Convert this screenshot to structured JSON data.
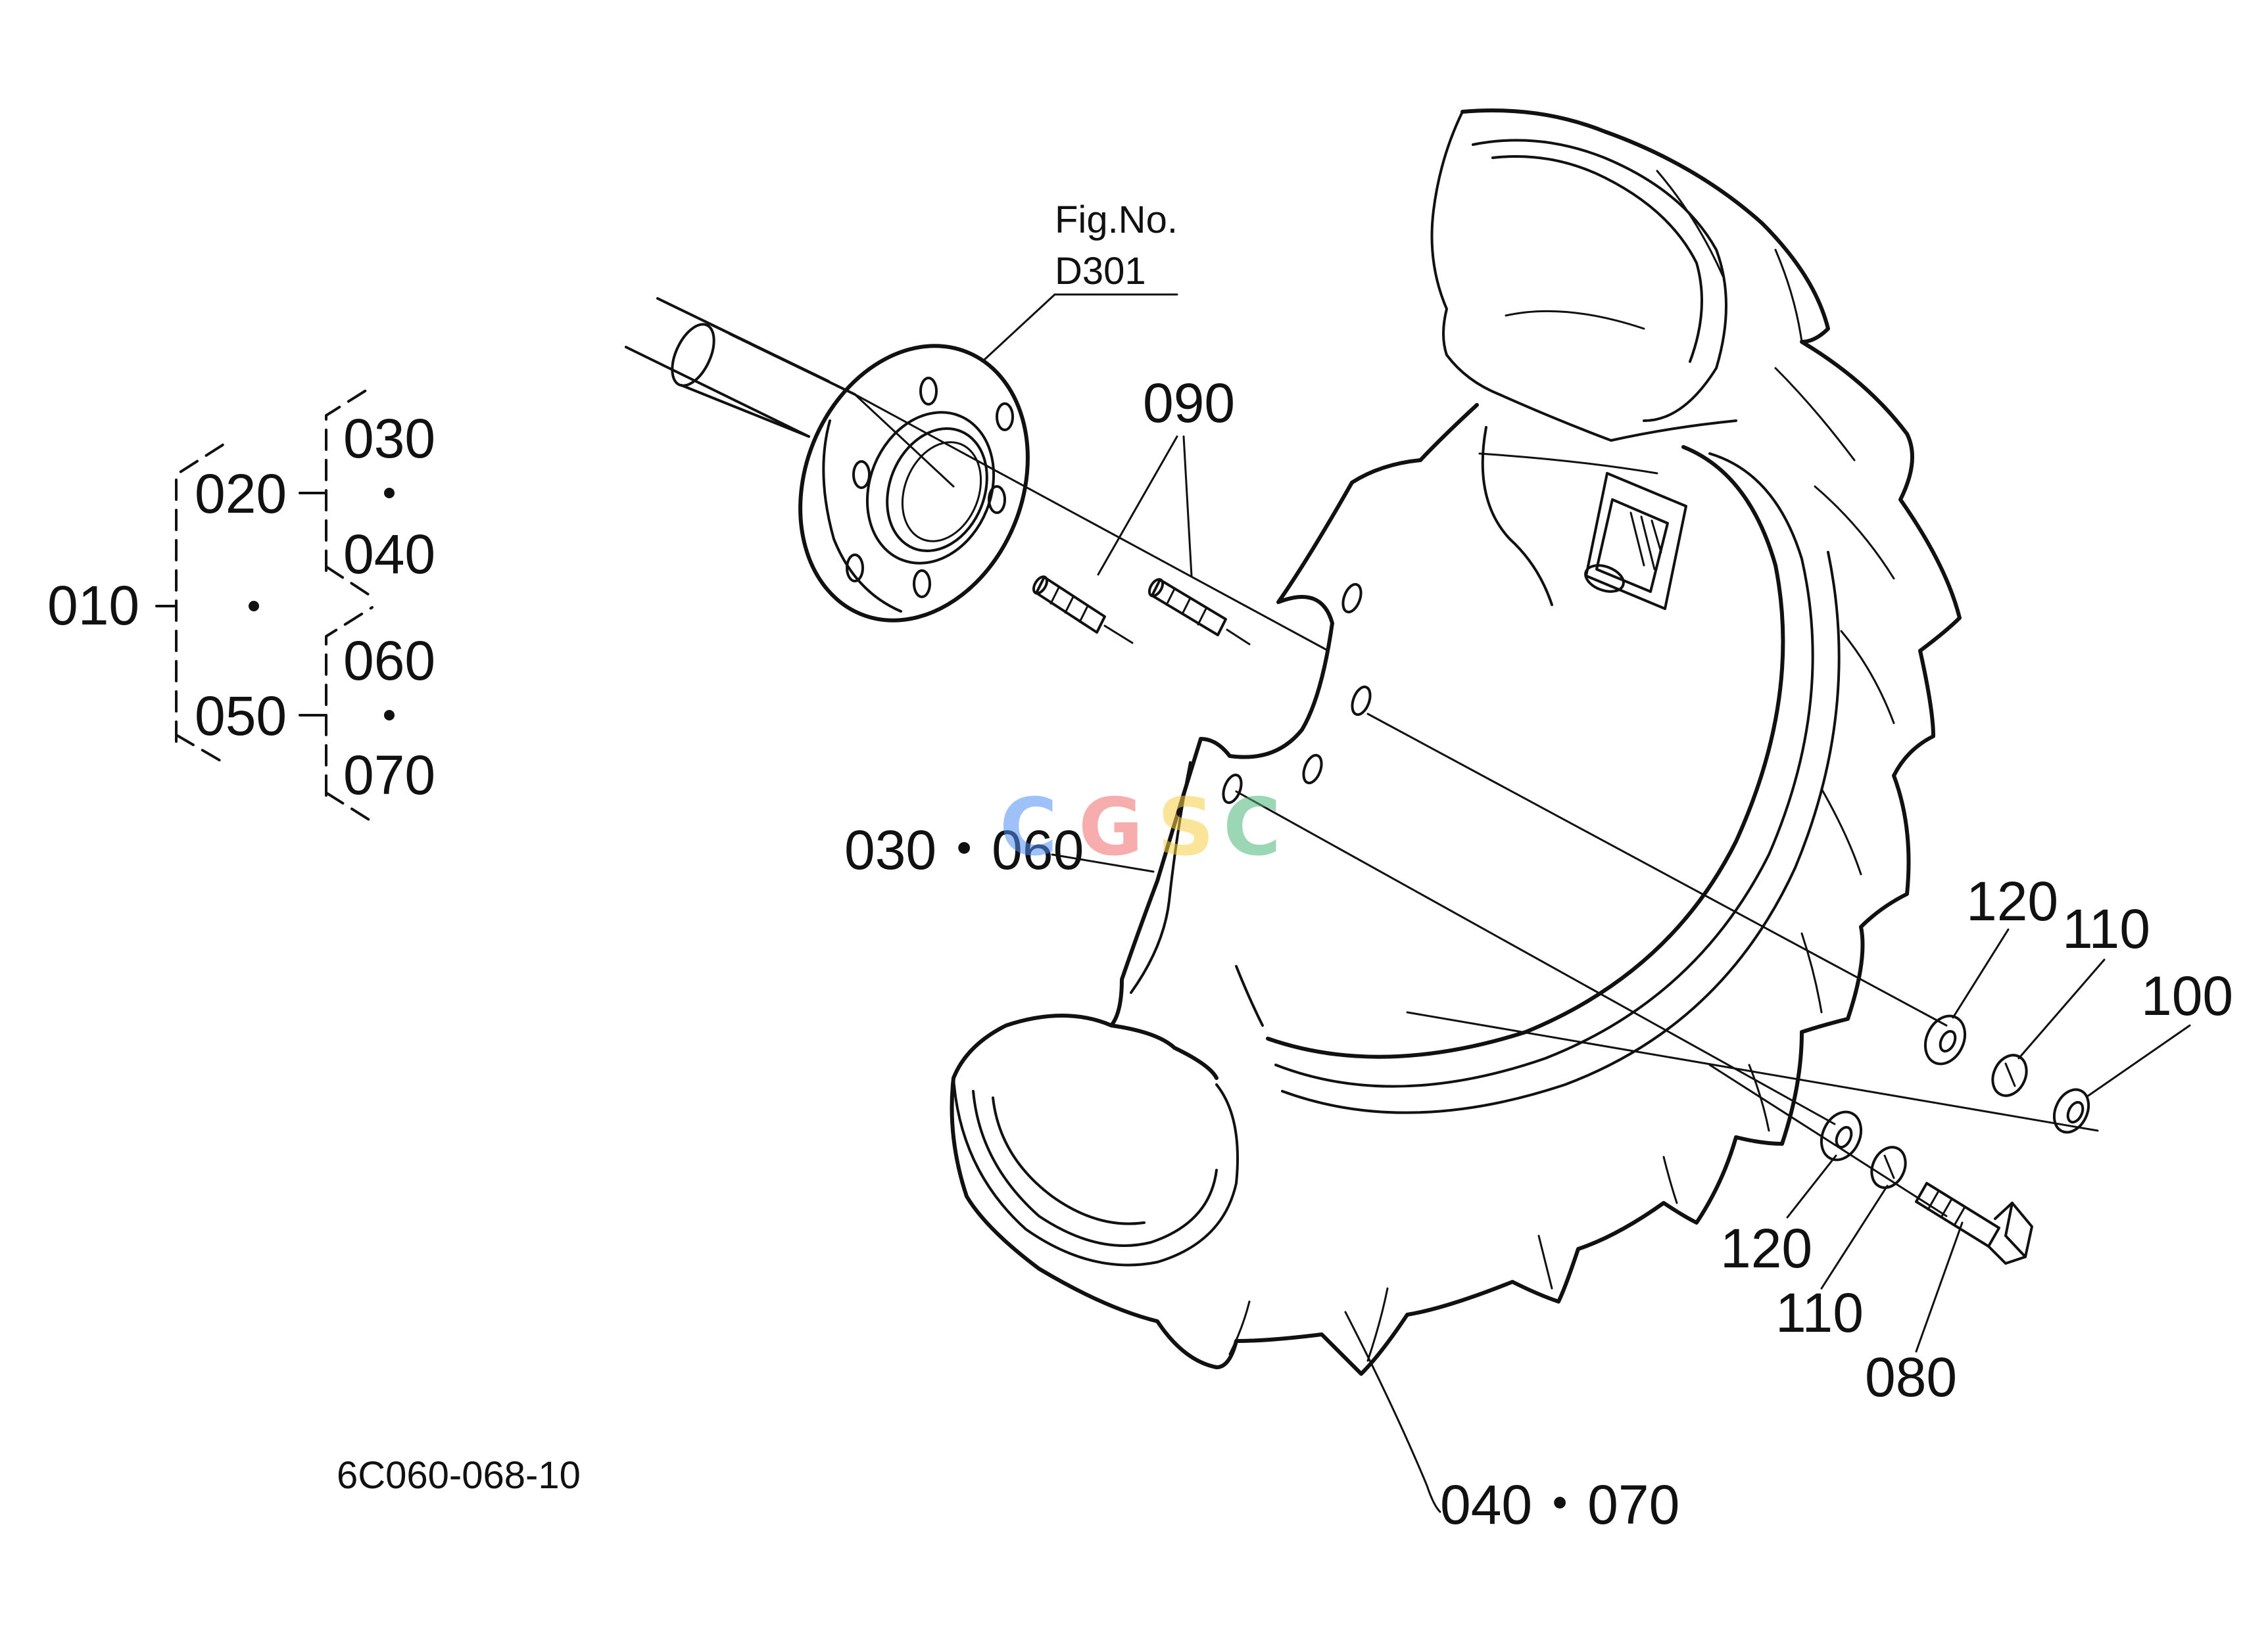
{
  "figure": {
    "ref_line1": "Fig.No.",
    "ref_line2": "D301",
    "drawing_code": "6C060-068-10"
  },
  "tree": {
    "root": "010",
    "level1": [
      "020",
      "050"
    ],
    "level2a": [
      "030",
      "040"
    ],
    "level2b": [
      "060",
      "070"
    ]
  },
  "callouts": {
    "studs": "090",
    "rim": "030・060",
    "tire": "040・070",
    "washer_upper": "120",
    "lockwasher_upper": "110",
    "nut": "100",
    "washer_lower": "120",
    "lockwasher_lower": "110",
    "bolt": "080"
  },
  "watermark": {
    "letters": [
      "C",
      "G",
      "S",
      "C"
    ],
    "colors": [
      "#4f8ff7",
      "#f26b6b",
      "#f7cf45",
      "#4cb87a"
    ]
  }
}
